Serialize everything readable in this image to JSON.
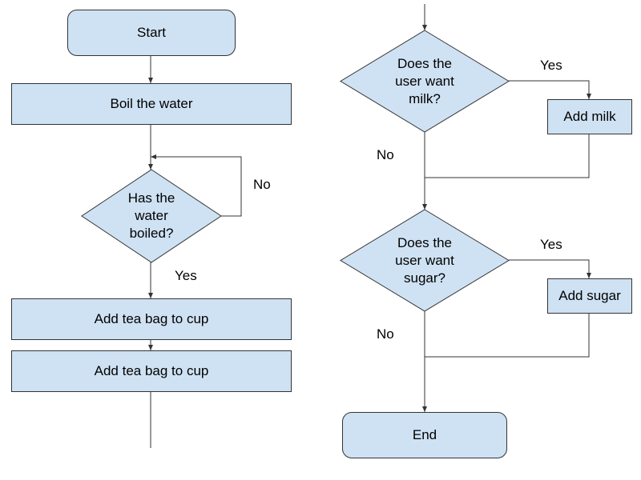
{
  "flowchart": {
    "start_label": "Start",
    "boil_label": "Boil the water",
    "check_boiled": {
      "line1": "Has the",
      "line2": "water",
      "line3": "boiled?"
    },
    "boiled_no_label": "No",
    "boiled_yes_label": "Yes",
    "teabag_label_1": "Add tea bag to cup",
    "teabag_label_2": "Add tea bag to cup",
    "milk_question": {
      "line1": "Does the",
      "line2": "user want",
      "line3": "milk?"
    },
    "milk_yes_label": "Yes",
    "milk_no_label": "No",
    "add_milk_label": "Add milk",
    "sugar_question": {
      "line1": "Does the",
      "line2": "user want",
      "line3": "sugar?"
    },
    "sugar_yes_label": "Yes",
    "sugar_no_label": "No",
    "add_sugar_label": "Add sugar",
    "end_label": "End"
  },
  "colors": {
    "node_fill": "#cfe2f3",
    "node_stroke": "#333333",
    "line": "#333333"
  }
}
